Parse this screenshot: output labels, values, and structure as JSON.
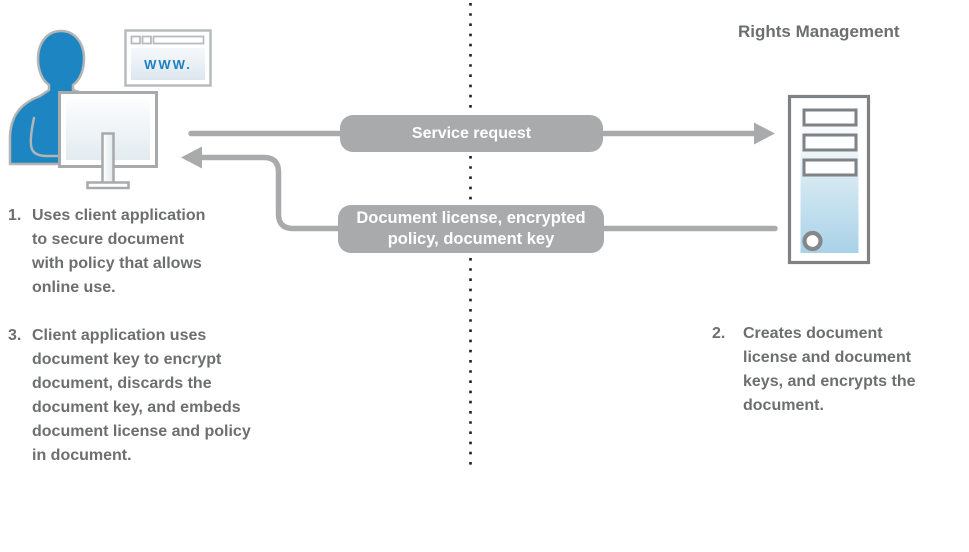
{
  "title": "Rights Management",
  "browser": {
    "url_text": "WWW."
  },
  "flows": {
    "service_request": {
      "label": "Service request"
    },
    "license_return": {
      "label": "Document license, encrypted\npolicy, document key"
    }
  },
  "steps": [
    {
      "number": "1.",
      "text": "Uses client application\nto secure document\nwith policy that allows\nonline use."
    },
    {
      "number": "2.",
      "text": "Creates document\nlicense and document\nkeys, and encrypts the\ndocument."
    },
    {
      "number": "3.",
      "text": "Client application uses\ndocument key to encrypt\ndocument, discards the\ndocument key, and embeds\ndocument license and policy\nin document."
    }
  ],
  "colors": {
    "accent_blue": "#1d86c2",
    "arrow_gray": "#a9aaac",
    "text_gray": "#6c6e70",
    "server_outline_gray": "#7f8285",
    "www_blue": "#1b7fc0"
  },
  "icons": {
    "left": [
      "user-silhouette-icon",
      "monitor-icon",
      "browser-window-icon"
    ],
    "right": [
      "server-tower-icon"
    ],
    "middle": [
      "dotted-boundary-line",
      "service-request-arrow",
      "license-return-arrow"
    ]
  }
}
